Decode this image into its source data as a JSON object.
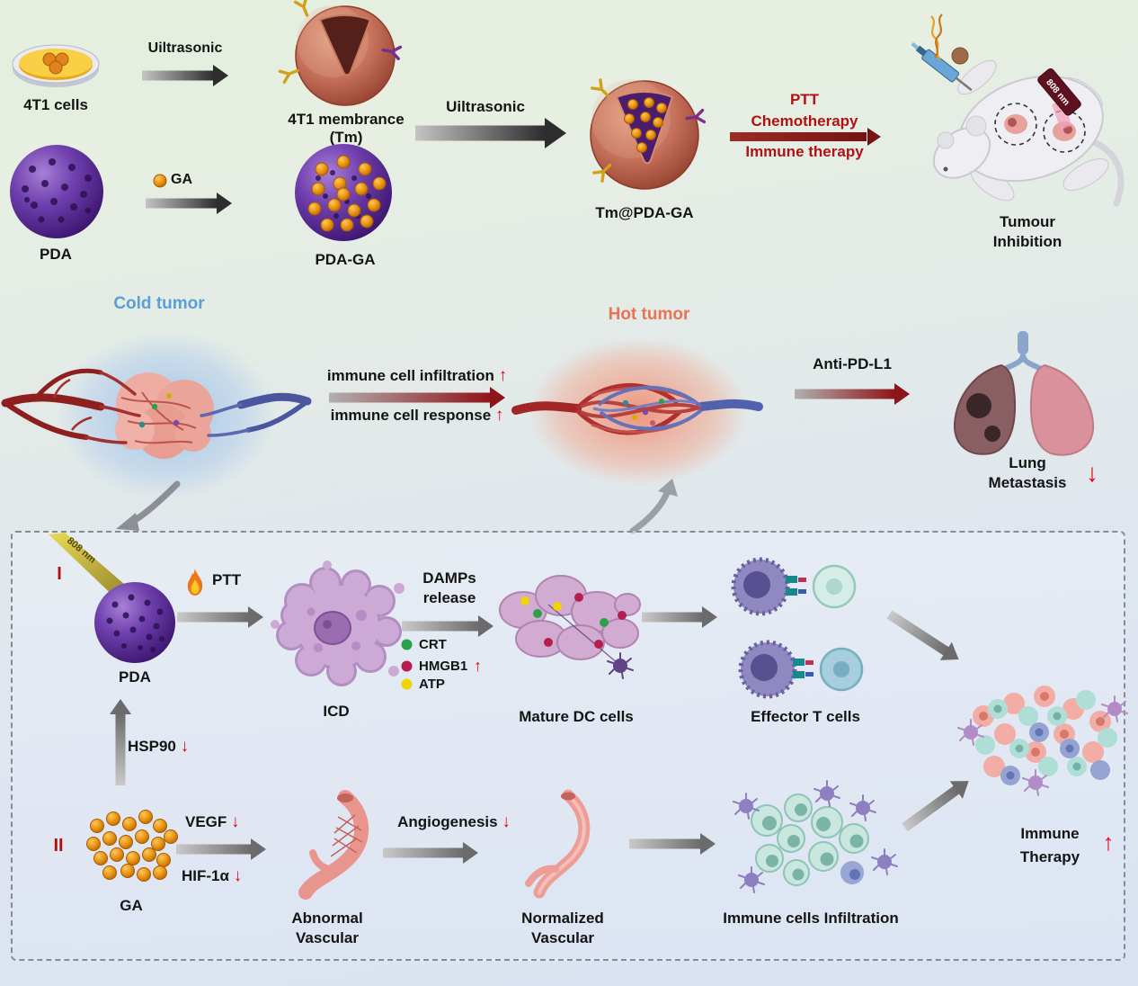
{
  "colors": {
    "red_accent": "#b01214",
    "arrow_red": "#e30613",
    "cold_blue": "#5b9fd6",
    "hot_orange": "#e87356",
    "pda_purple": "#5a2d8e",
    "ga_orange": "#e8920e"
  },
  "glyphs": {
    "up": "↑",
    "down": "↓"
  },
  "top": {
    "cells_label": "4T1 cells",
    "ultrasonic1": "Uiltrasonic",
    "membrane_line1": "4T1 membrance",
    "membrane_line2": "(Tm)",
    "pda_label": "PDA",
    "ga_label": "GA",
    "pdaga_label": "PDA-GA",
    "ultrasonic2": "Uiltrasonic",
    "product_label": "Tm@PDA-GA",
    "therapy_ptt": "PTT",
    "therapy_chemo": "Chemotherapy",
    "therapy_immune": "Immune therapy",
    "laser_text": "808 nm",
    "outcome_line1": "Tumour",
    "outcome_line2": "Inhibition"
  },
  "mid": {
    "cold_label": "Cold tumor",
    "hot_label": "Hot tumor",
    "infiltration_text": "immune cell infiltration",
    "response_text": "immune cell response",
    "anti_pdl1": "Anti-PD-L1",
    "lung_line1": "Lung",
    "lung_line2": "Metastasis"
  },
  "panel": {
    "row1_num": "I",
    "row2_num": "II",
    "laser_text": "808 nm",
    "pda_label": "PDA",
    "ptt_label": "PTT",
    "icd_label": "ICD",
    "damps_line1": "DAMPs",
    "damps_line2": "release",
    "legend": [
      {
        "name": "CRT",
        "color": "#2aa146"
      },
      {
        "name": "HMGB1",
        "color": "#b41f4e"
      },
      {
        "name": "ATP",
        "color": "#f0d400"
      }
    ],
    "dc_label": "Mature DC cells",
    "tcell_label": "Effector T cells",
    "hsp90_label": "HSP90",
    "ga_label": "GA",
    "vegf_label": "VEGF",
    "hif_label": "HIF-1α",
    "angio_label": "Angiogenesis",
    "abnormal_line1": "Abnormal",
    "abnormal_line2": "Vascular",
    "normalized_line1": "Normalized",
    "normalized_line2": "Vascular",
    "immune_inf_label": "Immune cells Infiltration",
    "immune_line1": "Immune",
    "immune_line2": "Therapy"
  }
}
